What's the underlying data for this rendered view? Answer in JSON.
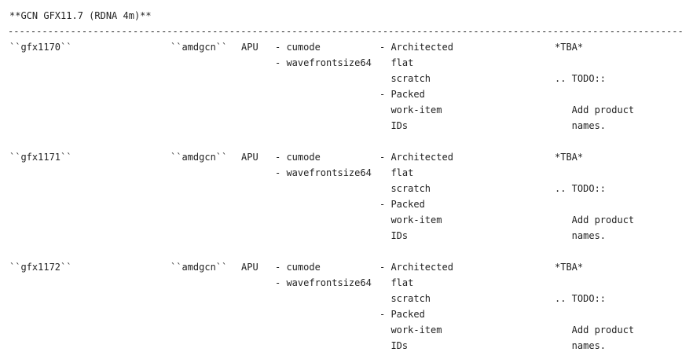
{
  "page": {
    "title": "**GCN GFX11.7 (RDNA 4m)**",
    "separator": "------------------------------------------------------------------------------------------------------------------------------------"
  },
  "table": {
    "rows": [
      {
        "target": "``gfx1170``",
        "triple": "``amdgcn``",
        "processor_type": "APU",
        "modes": [
          "- cumode",
          "- wavefrontsize64"
        ],
        "features": [
          "- Architected",
          "  flat",
          "  scratch",
          "- Packed",
          "  work-item",
          "  IDs"
        ],
        "notes": [
          "*TBA*",
          "",
          ".. TODO::",
          "",
          "   Add product",
          "   names."
        ]
      },
      {
        "target": "``gfx1171``",
        "triple": "``amdgcn``",
        "processor_type": "APU",
        "modes": [
          "- cumode",
          "- wavefrontsize64"
        ],
        "features": [
          "- Architected",
          "  flat",
          "  scratch",
          "- Packed",
          "  work-item",
          "  IDs"
        ],
        "notes": [
          "*TBA*",
          "",
          ".. TODO::",
          "",
          "   Add product",
          "   names."
        ]
      },
      {
        "target": "``gfx1172``",
        "triple": "``amdgcn``",
        "processor_type": "APU",
        "modes": [
          "- cumode",
          "- wavefrontsize64"
        ],
        "features": [
          "- Architected",
          "  flat",
          "  scratch",
          "- Packed",
          "  work-item",
          "  IDs"
        ],
        "notes": [
          "*TBA*",
          "",
          ".. TODO::",
          "",
          "   Add product",
          "   names."
        ]
      }
    ]
  }
}
